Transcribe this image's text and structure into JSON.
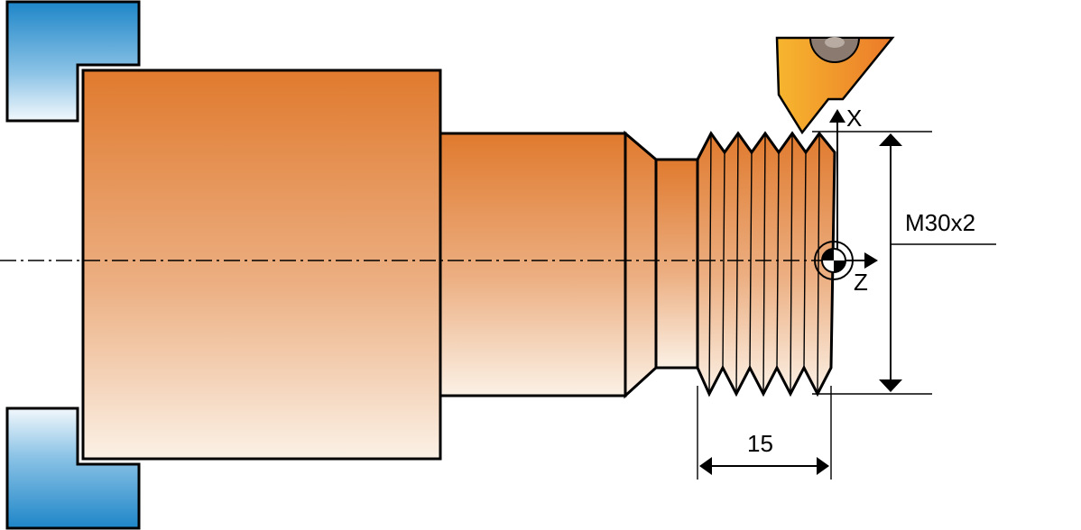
{
  "labels": {
    "x_axis": "X",
    "z_axis": "Z",
    "thread_spec": "M30x2",
    "length_dimension": "15"
  },
  "icons": [
    "datum-symbol-icon",
    "x-axis-arrow-icon",
    "z-axis-arrow-icon"
  ],
  "colors": {
    "part_orange": "#E07A2E",
    "part_light": "#FBF1E6",
    "chuck_blue": "#2A8FCF",
    "tool_orange": "#F2A02A",
    "outline": "#000000"
  }
}
